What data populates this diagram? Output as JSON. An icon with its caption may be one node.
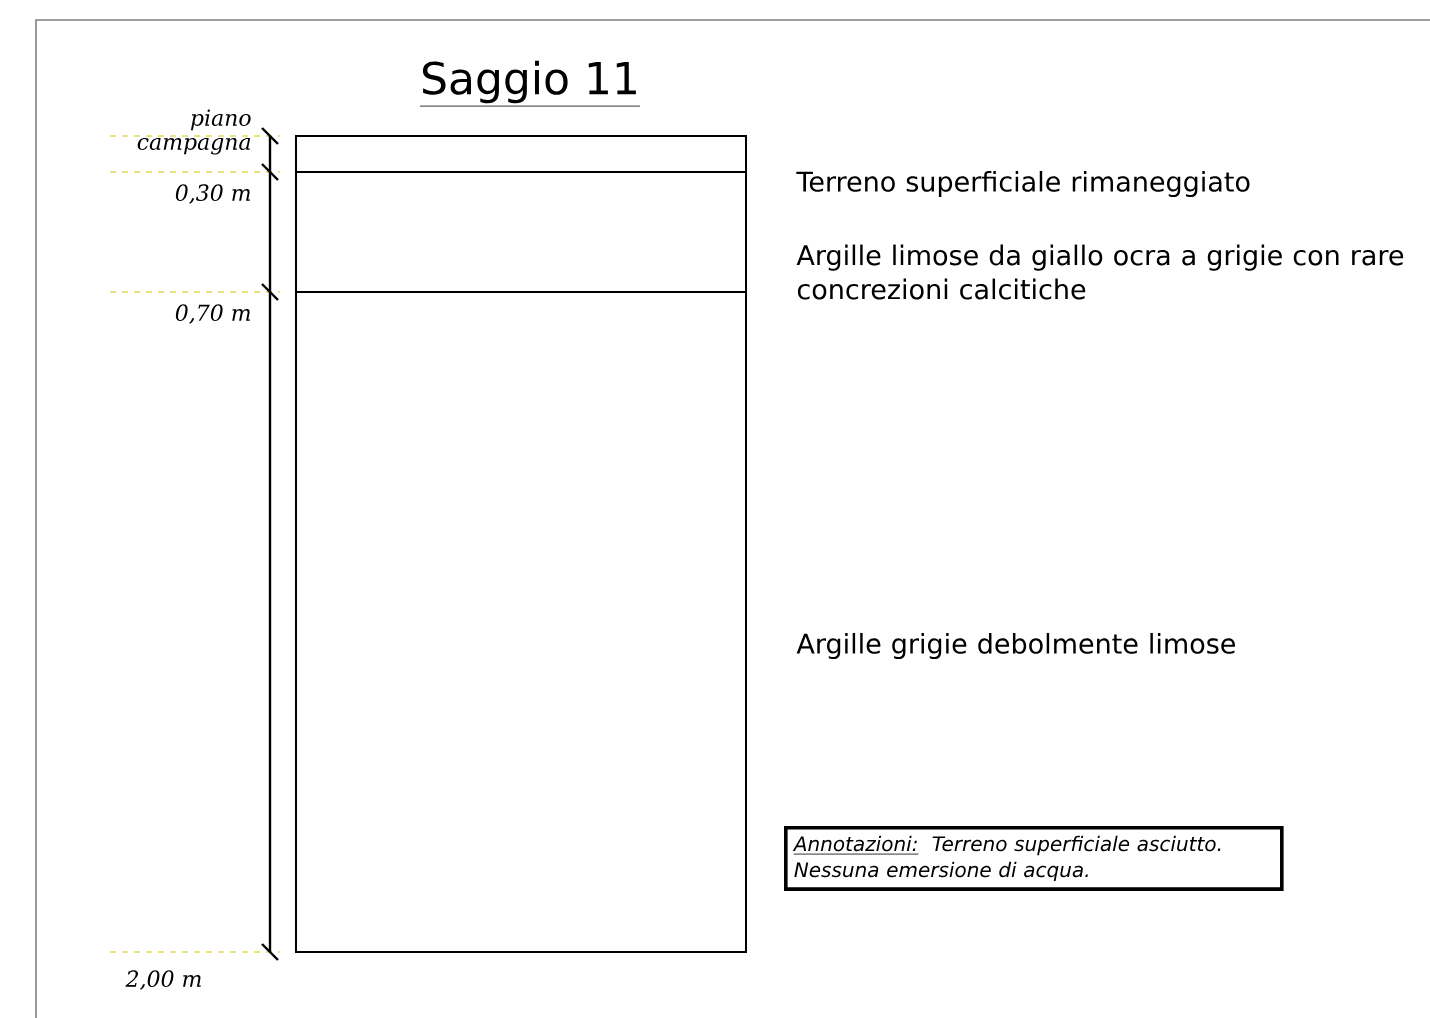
{
  "diagram": {
    "title": "Saggio 11",
    "nodes": [
      {
        "text": [],
        "shape": "box",
        "beside": [
          "Terreno superficiale rimaneggiato"
        ]
      },
      {
        "text": [],
        "shape": "box",
        "beside": [
          "Argille limose da giallo ocra a grigie con rare concrezioni calcitiche"
        ]
      },
      {
        "text": [],
        "shape": "box",
        "beside": [
          "Argille grigie debolmente limose"
        ]
      },
      {
        "text": [
          "Annotazioni:",
          "Terreno superficiale asciutto. Nessuna emersione di acqua."
        ]
      }
    ],
    "edges": [],
    "labels": [
      "piano campagna",
      "0,30 m",
      "0,70 m",
      "2,00 m"
    ]
  }
}
